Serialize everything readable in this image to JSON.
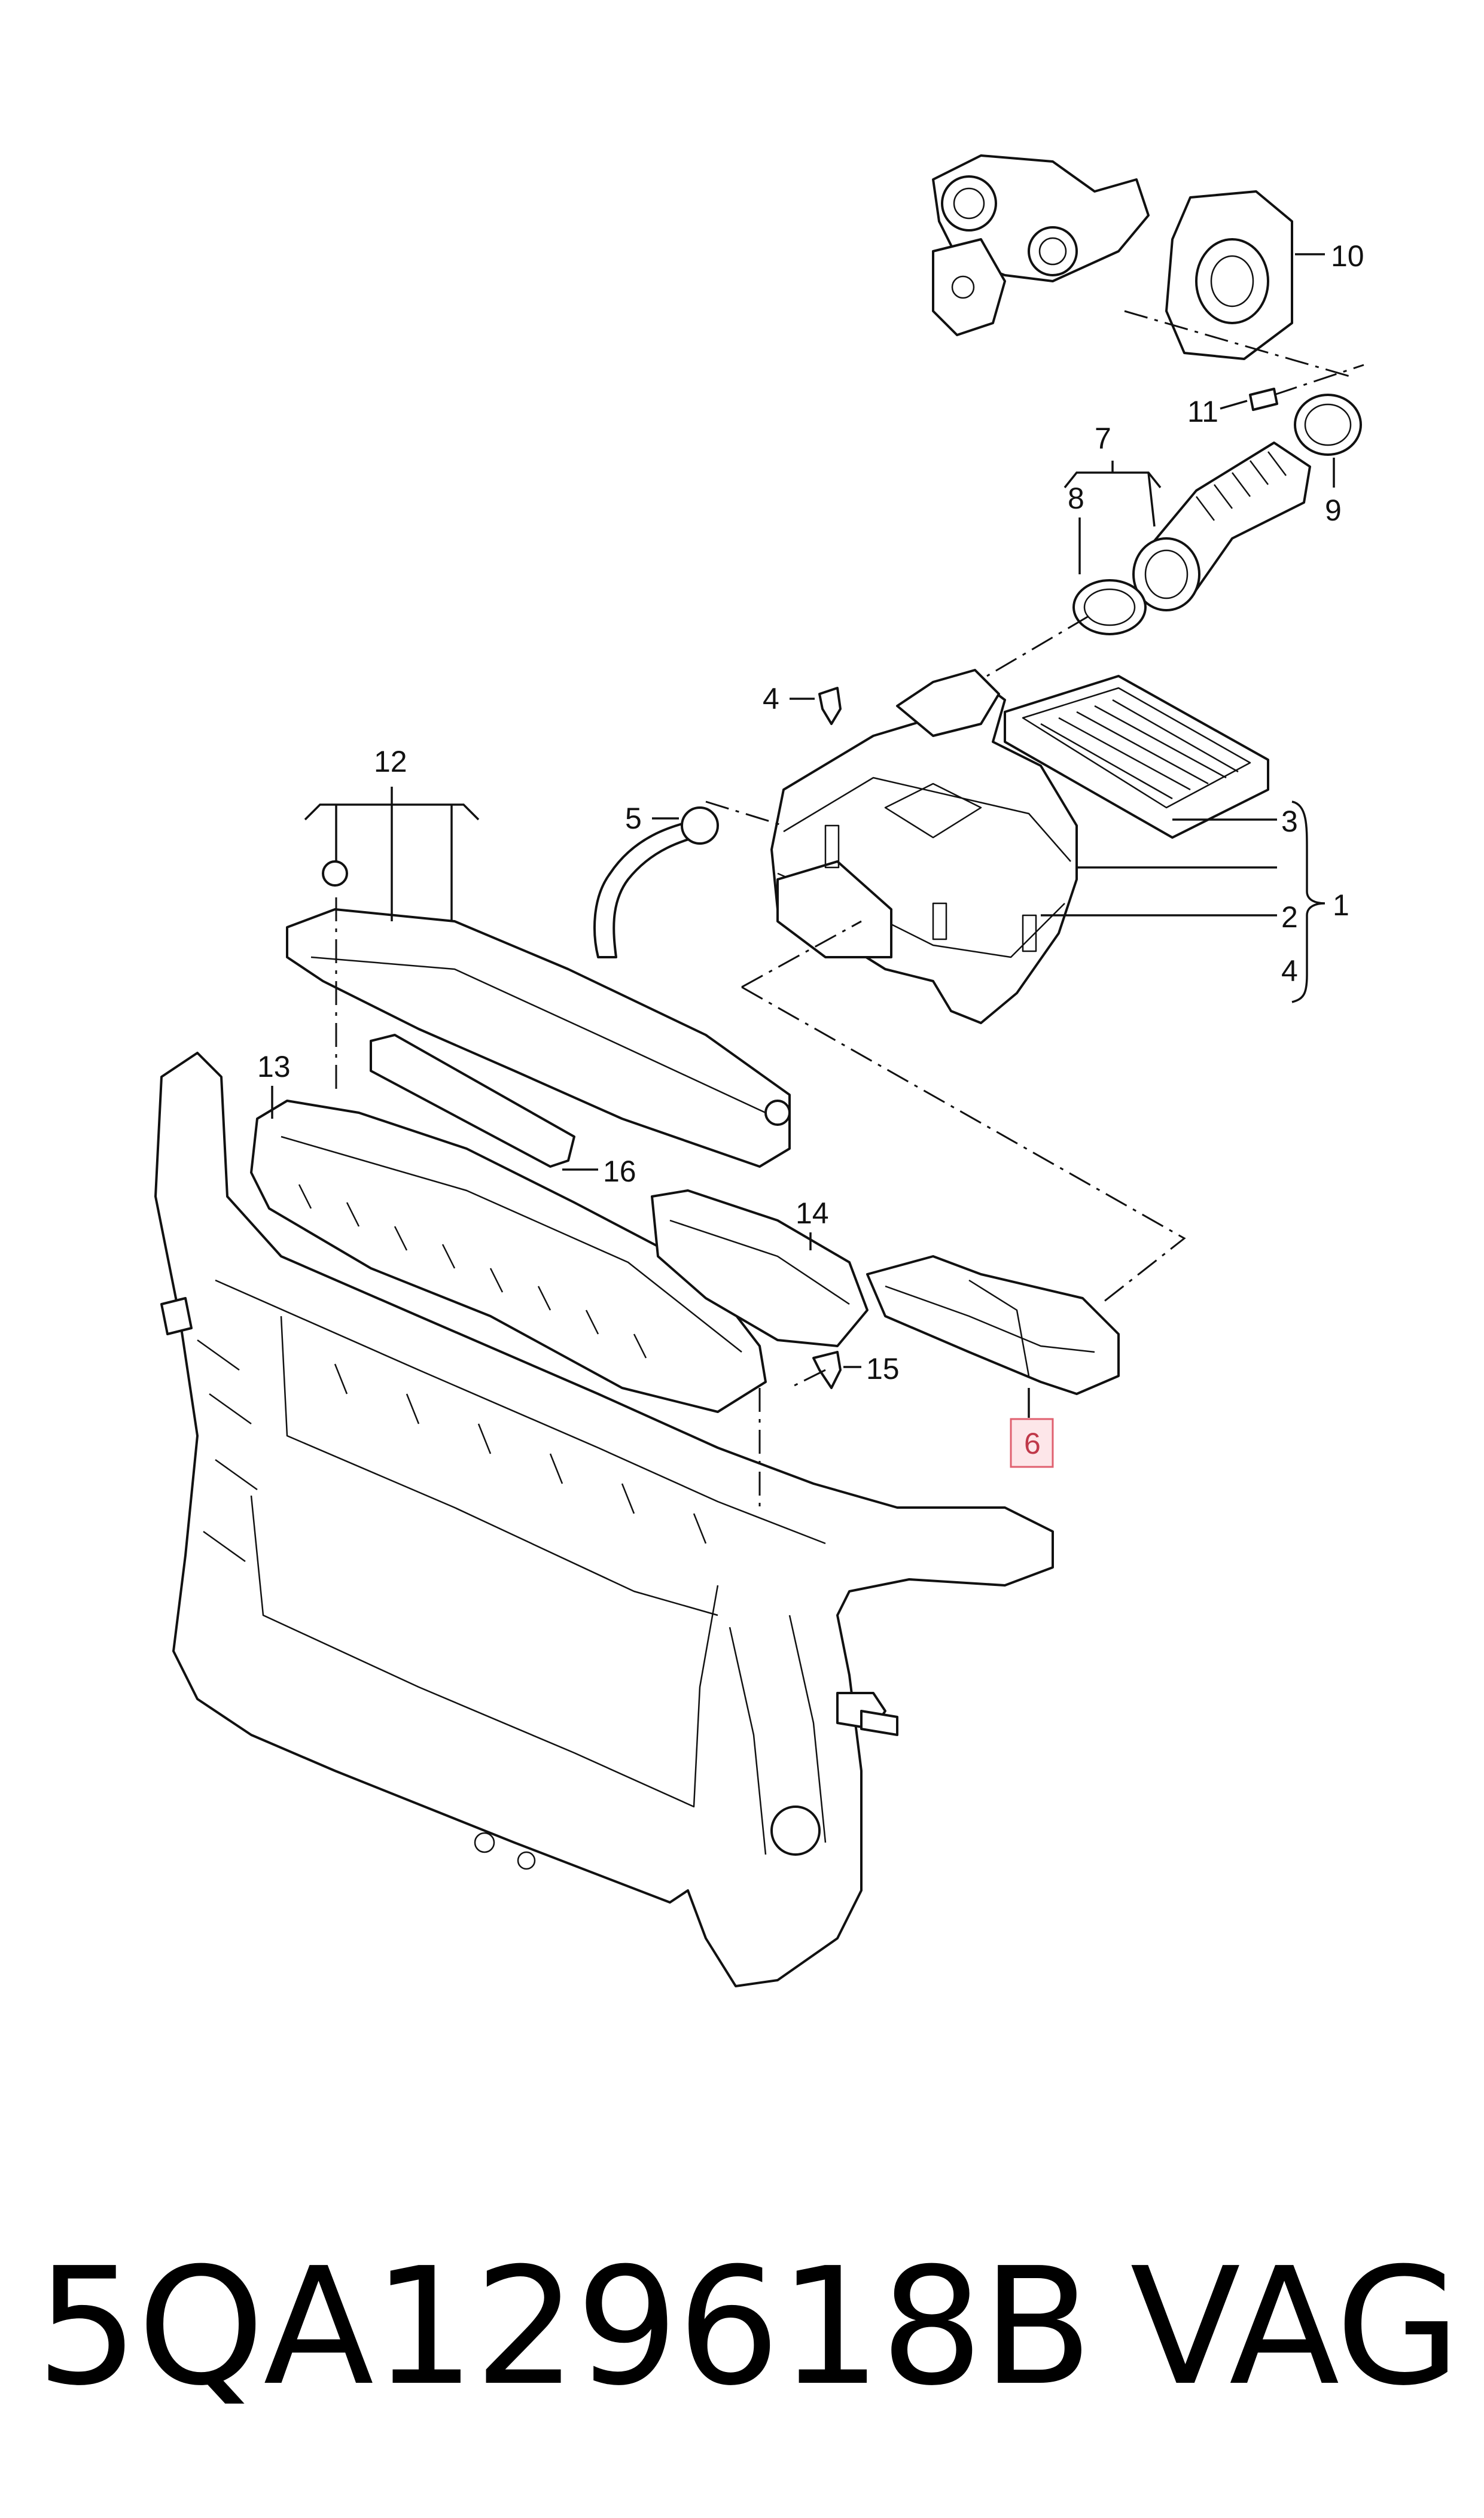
{
  "callouts": {
    "c1": "1",
    "c2": "2",
    "c3": "3",
    "c4": "4",
    "c4b": "4",
    "c5": "5",
    "c6": "6",
    "c7": "7",
    "c8": "8",
    "c9": "9",
    "c10": "10",
    "c11": "11",
    "c12": "12",
    "c13": "13",
    "c14": "14",
    "c15": "15",
    "c16": "16"
  },
  "highlighted_part": "6",
  "colors": {
    "highlight_fill": "#fde6e9",
    "highlight_stroke": "#e0606f"
  },
  "caption": {
    "part_number": "5QA129618B",
    "brand": "VAG"
  }
}
